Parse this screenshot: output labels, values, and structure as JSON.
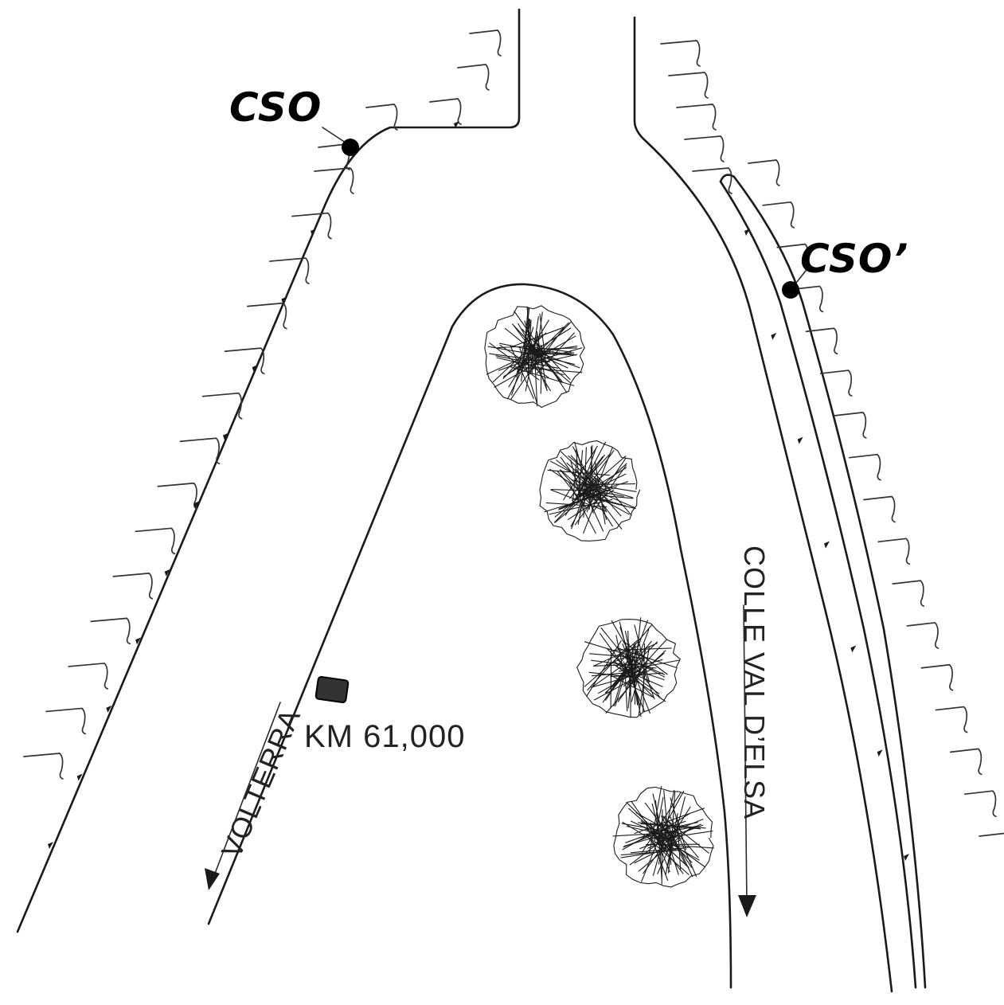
{
  "labels": {
    "point_a": "CSO",
    "point_b": "CSO’",
    "kilometer_marker": "KM 61,000",
    "direction_left": "VOLTERRA",
    "direction_right": "COLLE VAL D’ELSA"
  },
  "colors": {
    "ink": "#1a1a1a",
    "background": "#ffffff"
  },
  "icons": {
    "point_marker": "filled-circle",
    "km_post": "milestone-post-icon",
    "tree": "tree-canopy-icon",
    "embankment": "slope-hatch-marks",
    "direction": "arrow-down-icon"
  },
  "trees_count": 4
}
